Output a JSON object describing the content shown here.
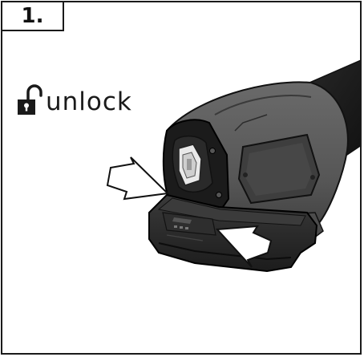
{
  "step": {
    "number": "1."
  },
  "label": {
    "icon": "unlocked-padlock-icon",
    "text": "unlock"
  },
  "illustration": {
    "subject": "cordless-tool-battery-pack",
    "arrows": 2,
    "colors": {
      "tool_body": "#5b5b5b",
      "tool_dark": "#1e1e1e",
      "battery": "#2a2a2a",
      "arrow_fill": "#ffffff",
      "outline": "#111111"
    }
  }
}
